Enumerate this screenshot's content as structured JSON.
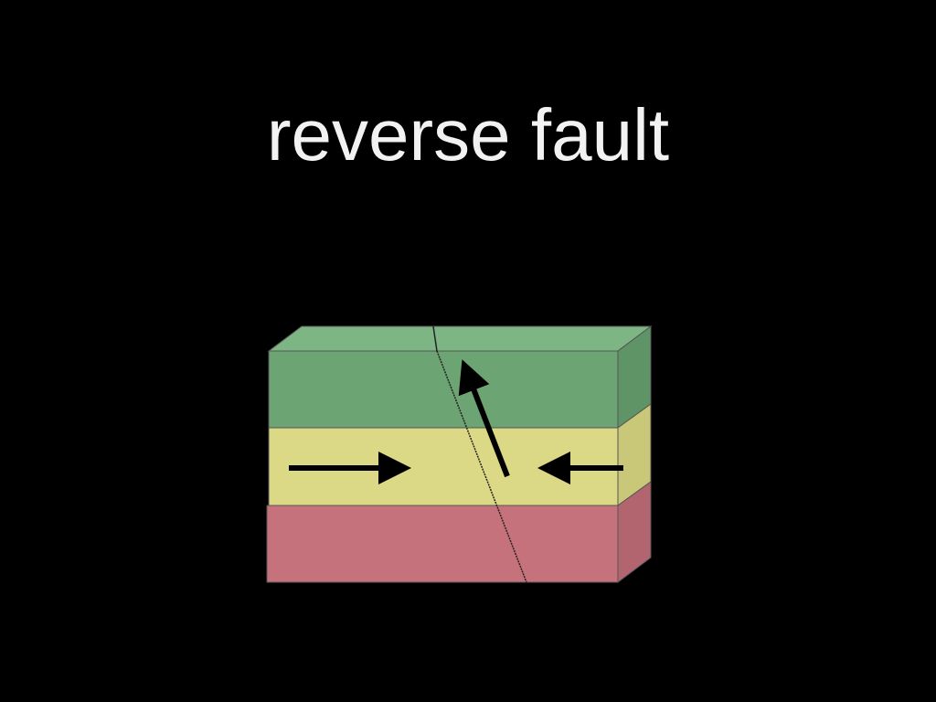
{
  "slide": {
    "title": "reverse fault"
  },
  "diagram": {
    "layers": [
      {
        "name": "top-layer",
        "front_color": "#6da473",
        "top_color": "#7eb584",
        "side_color": "#5f9466"
      },
      {
        "name": "middle-layer",
        "front_color": "#dbd986",
        "side_color": "#c9c778"
      },
      {
        "name": "bottom-layer",
        "front_color": "#c6727c",
        "side_color": "#b3656f"
      }
    ],
    "arrow_color": "#000000",
    "edge_color": "#555555"
  }
}
